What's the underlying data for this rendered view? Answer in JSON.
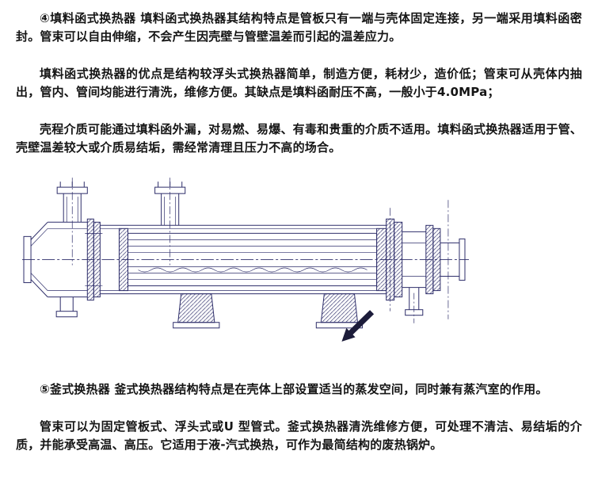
{
  "document": {
    "paragraphs": [
      "④填料函式换热器 填料函式换热器其结构特点是管板只有一端与壳体固定连接，另一端采用填料函密封。管束可以自由伸缩，不会产生因壳壁与管壁温差而引起的温差应力。",
      "填料函式换热器的优点是结构较浮头式换热器简单，制造方便，耗材少，造价低；管束可从壳体内抽出，管内、管间均能进行清洗，维修方便。其缺点是填料函耐压不高，一般小于4.0MPa；",
      "壳程介质可能通过填料函外漏，对易燃、易爆、有毒和贵重的介质不适用。填料函式换热器适用于管、壳壁温差较大或介质易结垢，需经常清理且压力不高的场合。",
      "⑤釜式换热器 釜式换热器结构特点是在壳体上部设置适当的蒸发空间，同时兼有蒸汽室的作用。",
      "管束可以为固定管板式、浮头式或U 型管式。釜式换热器清洗维修方便，可处理不清洁、易结垢的介质，并能承受高温、高压。它适用于液-汽式换热，可作为最简结构的废热锅炉。"
    ],
    "colors": {
      "background": "#ffffff",
      "text": "#151515",
      "drawing_line": "#2f2f6b",
      "cursor_fill": "#1c1c3a"
    }
  }
}
